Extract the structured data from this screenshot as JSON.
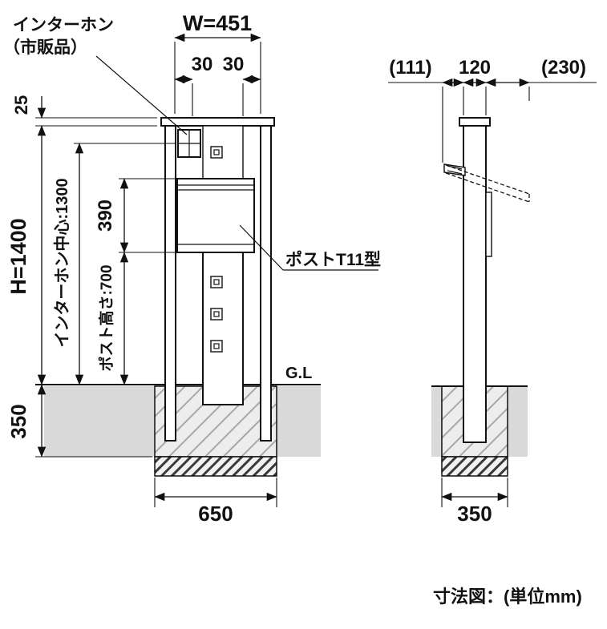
{
  "title": "寸法図：(単位mm)",
  "front_view": {
    "callouts": {
      "intercom_label_line1": "インターホン",
      "intercom_label_line2": "（市販品）",
      "post_label": "ポストT11型",
      "ground_level": "G.L"
    },
    "dimensions": {
      "overall_width": "W=451",
      "left_inset": "30",
      "right_inset": "30",
      "cap_height": "25",
      "overall_height": "H=1400",
      "intercom_center_height": "インターホン中心:1300",
      "post_body_height": "390",
      "post_mount_height": "ポスト高さ:700",
      "foundation_depth": "350",
      "foundation_width": "650"
    }
  },
  "side_view": {
    "dimensions": {
      "front_clearance": "(111)",
      "post_depth": "120",
      "rear_clearance": "(230)",
      "foundation_width": "350"
    }
  },
  "colors": {
    "line": "#111111",
    "ground_fill": "#d9d9d9",
    "foundation_fill": "#ededed"
  }
}
